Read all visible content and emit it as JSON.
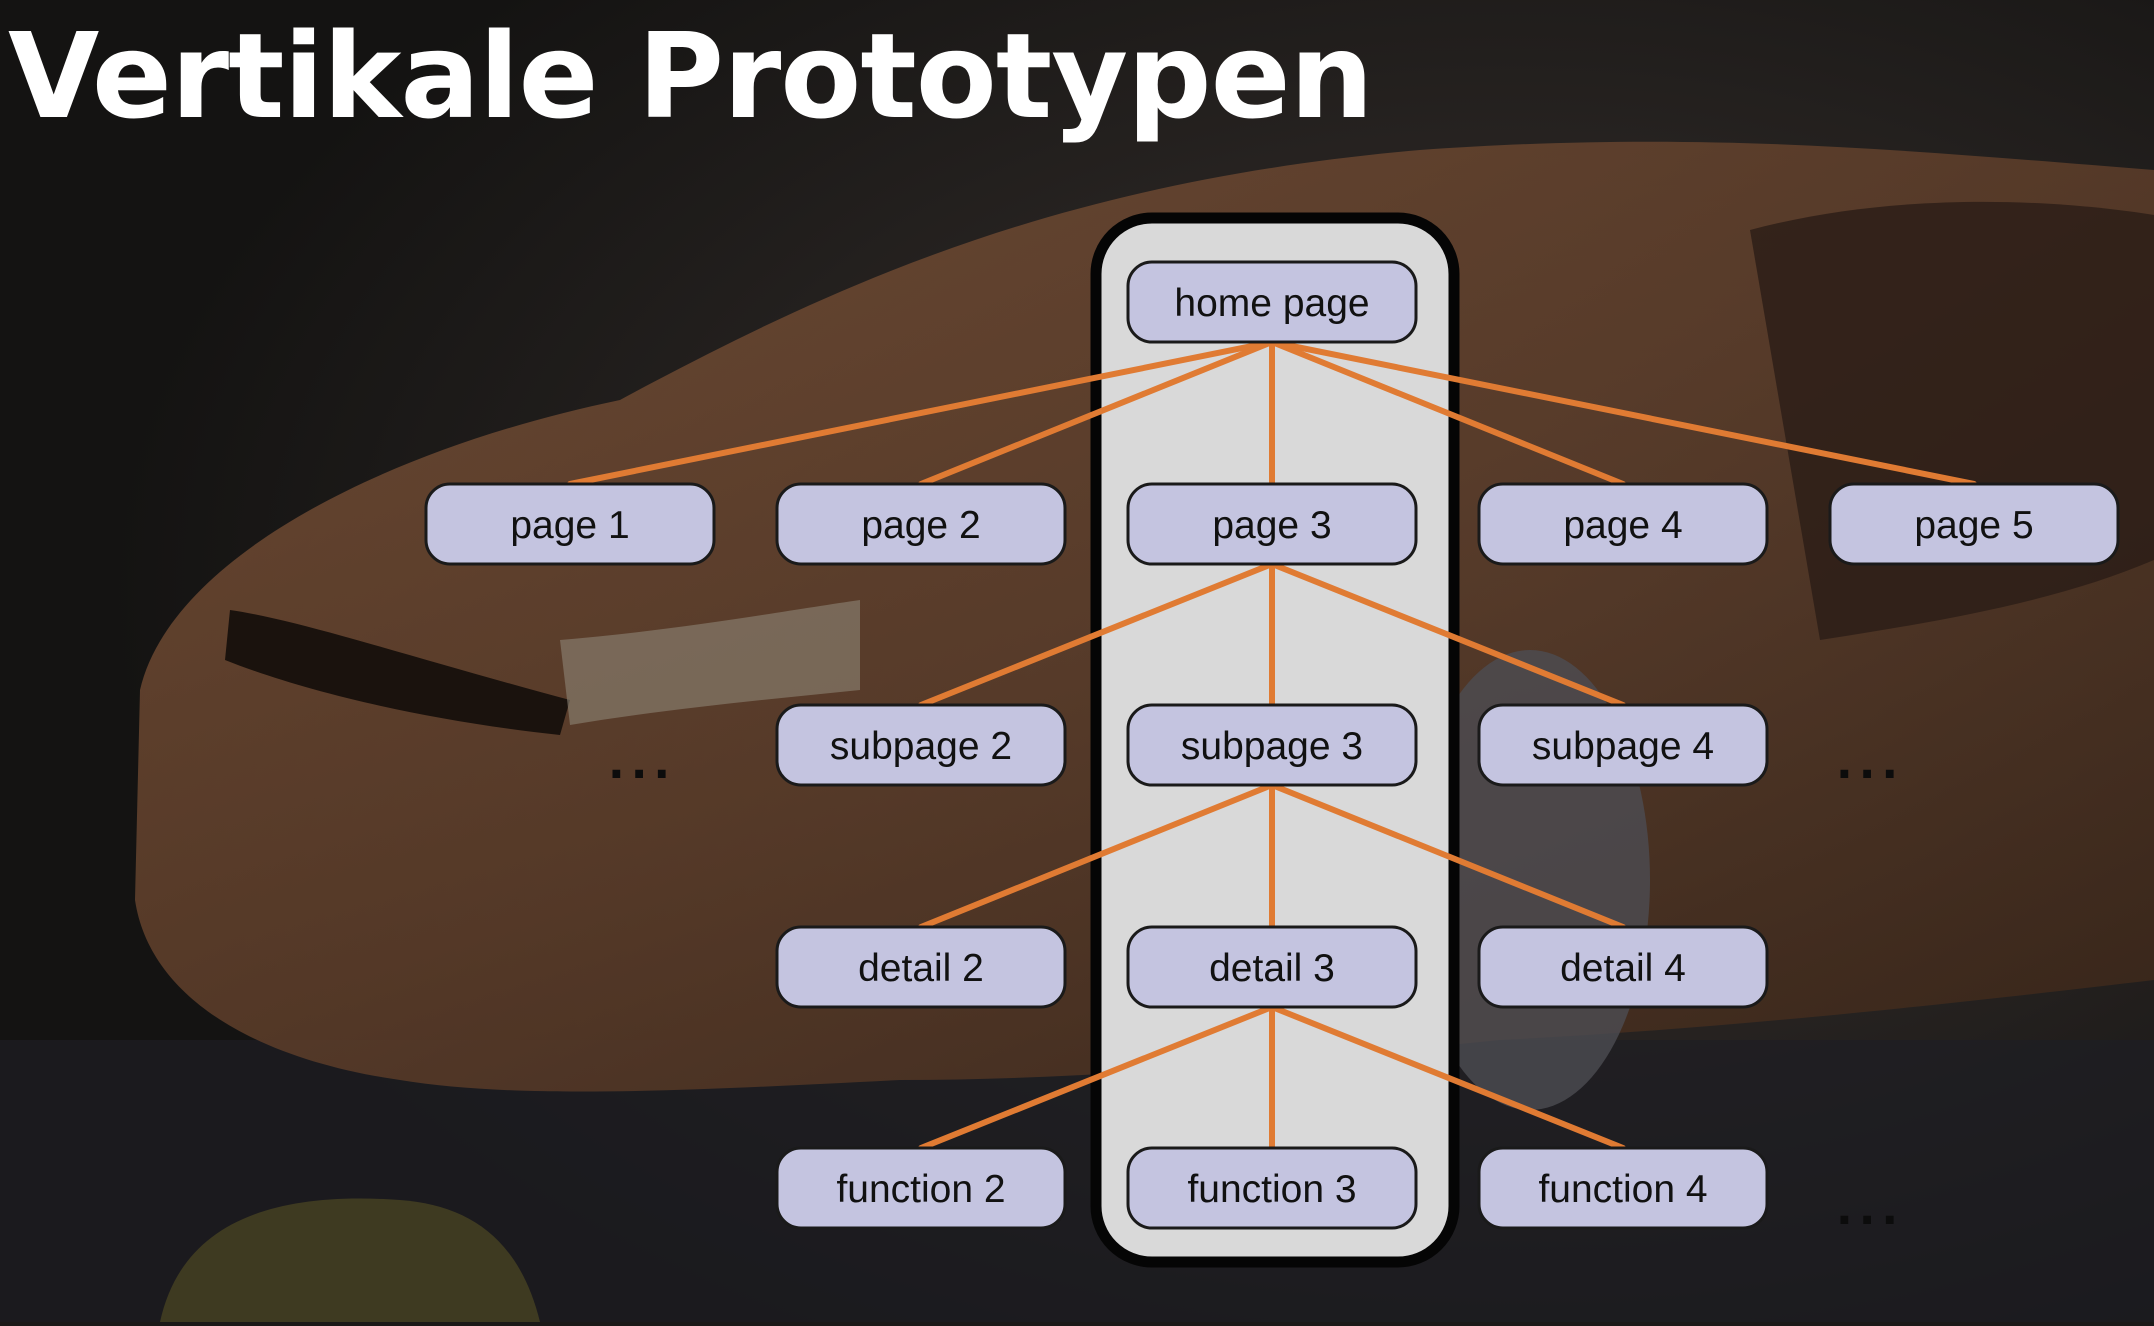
{
  "slide": {
    "title": "Vertikale Prototypen"
  },
  "diagram": {
    "root": "home page",
    "pages": [
      "page 1",
      "page 2",
      "page 3",
      "page 4",
      "page 5"
    ],
    "subpages": [
      "subpage 2",
      "subpage 3",
      "subpage 4"
    ],
    "details": [
      "detail 2",
      "detail 3",
      "detail 4"
    ],
    "functions": [
      "function 2",
      "function 3",
      "function 4"
    ],
    "ellipsis": "...",
    "colors": {
      "node_fill": "#c4c4e0",
      "node_border": "#1a1a1a",
      "connector": "#e07b33",
      "highlight_column": "#d9d9d9",
      "highlight_border": "#050505",
      "background": "#1b1918"
    }
  }
}
